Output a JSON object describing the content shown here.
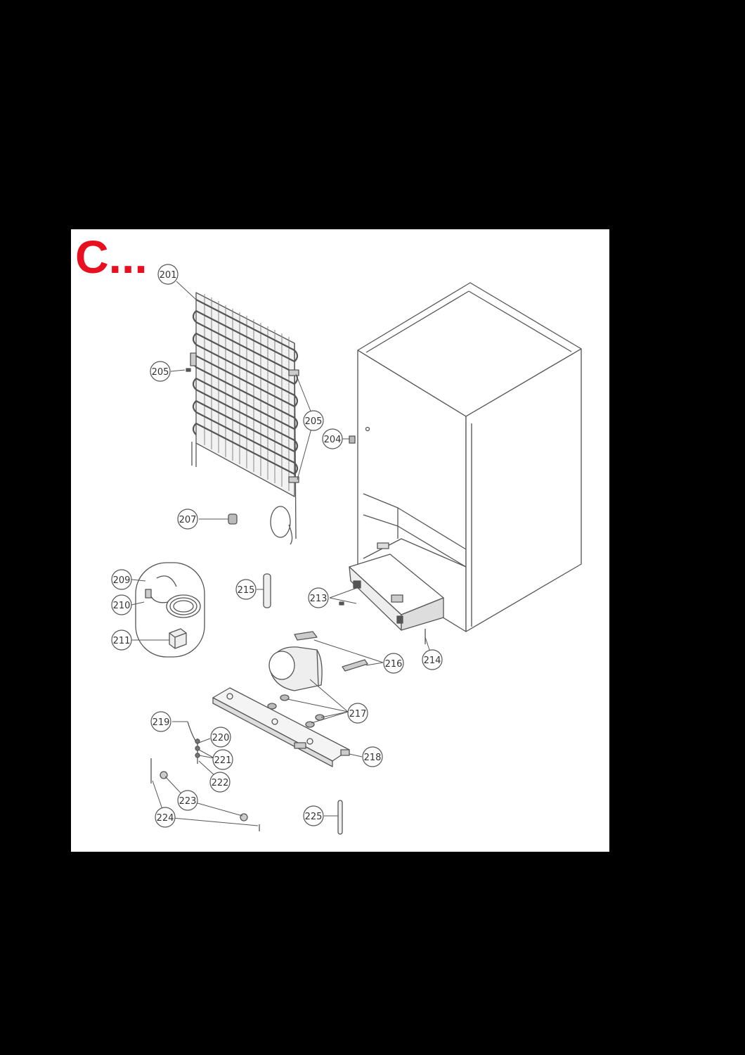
{
  "section": {
    "letter": "C..."
  },
  "colors": {
    "letter": "#e8101e",
    "line": "#555555",
    "background": "#000000",
    "sheet": "#ffffff"
  },
  "callouts": [
    {
      "id": "c201",
      "label": "201"
    },
    {
      "id": "c205a",
      "label": "205"
    },
    {
      "id": "c205b",
      "label": "205"
    },
    {
      "id": "c204",
      "label": "204"
    },
    {
      "id": "c207",
      "label": "207"
    },
    {
      "id": "c209",
      "label": "209"
    },
    {
      "id": "c210",
      "label": "210"
    },
    {
      "id": "c211",
      "label": "211"
    },
    {
      "id": "c215",
      "label": "215"
    },
    {
      "id": "c213",
      "label": "213"
    },
    {
      "id": "c214",
      "label": "214"
    },
    {
      "id": "c216",
      "label": "216"
    },
    {
      "id": "c217",
      "label": "217"
    },
    {
      "id": "c219",
      "label": "219"
    },
    {
      "id": "c220",
      "label": "220"
    },
    {
      "id": "c221",
      "label": "221"
    },
    {
      "id": "c222",
      "label": "222"
    },
    {
      "id": "c223",
      "label": "223"
    },
    {
      "id": "c224",
      "label": "224"
    },
    {
      "id": "c225",
      "label": "225"
    },
    {
      "id": "c218",
      "label": "218"
    }
  ]
}
